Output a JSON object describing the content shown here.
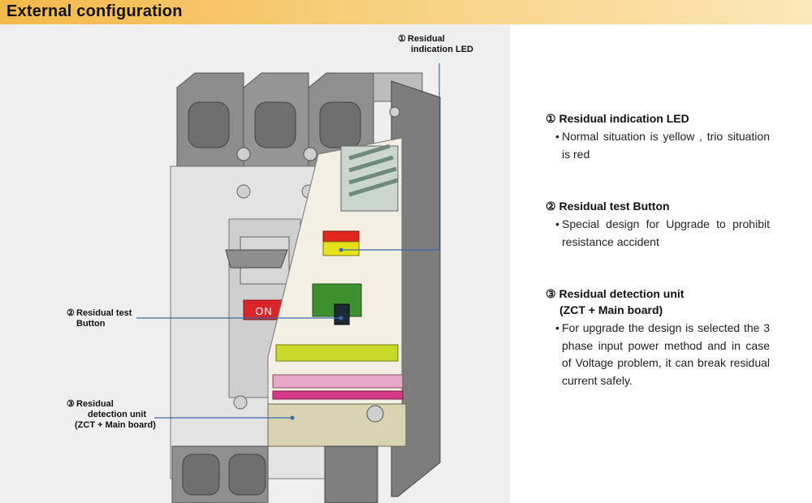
{
  "header": {
    "title": "External configuration"
  },
  "callouts": [
    {
      "num": "①",
      "lines": [
        "Residual",
        "indication LED"
      ]
    },
    {
      "num": "②",
      "lines": [
        "Residual test",
        "Button"
      ]
    },
    {
      "num": "③",
      "lines": [
        "Residual",
        "detection unit",
        "(ZCT + Main board)"
      ]
    }
  ],
  "descriptions": [
    {
      "num": "①",
      "title": "Residual indication LED",
      "subtitle": "",
      "body": "Normal situation is yellow , trio situation is red"
    },
    {
      "num": "②",
      "title": "Residual test Button",
      "subtitle": "",
      "body": "Special design for Upgrade to prohibit resistance accident"
    },
    {
      "num": "③",
      "title": "Residual detection unit",
      "subtitle": "(ZCT + Main board)",
      "body": "For upgrade the design is selected the 3 phase input power method and in case of  Voltage problem, it can break residual current safely."
    }
  ],
  "device": {
    "switch_label": "ON"
  },
  "colors": {
    "header": "#f3b84a",
    "panel": "#efefef",
    "callout_line": "#3a6ea8",
    "on_badge": "#d9262b"
  }
}
